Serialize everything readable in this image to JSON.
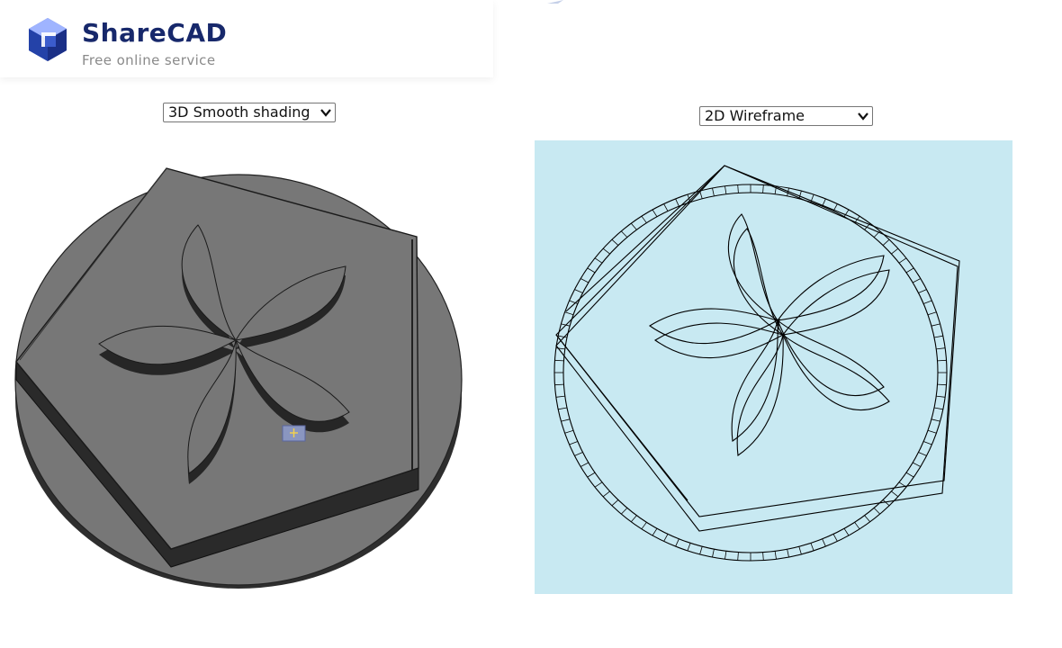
{
  "brand": {
    "name": "ShareCAD",
    "tagline": "Free online service",
    "logo_icon": "cube-logo-icon",
    "color": "#17286b"
  },
  "left_view": {
    "mode": "3D Smooth shading",
    "model_color": "#777777",
    "edge_color": "#2a2a2a"
  },
  "right_view": {
    "mode": "2D Wireframe",
    "background": "#c8e9f2",
    "line_color": "#000000"
  },
  "icons": {
    "dropdown": "chevron-down-icon",
    "cursor": "crosshair-cursor-icon"
  }
}
